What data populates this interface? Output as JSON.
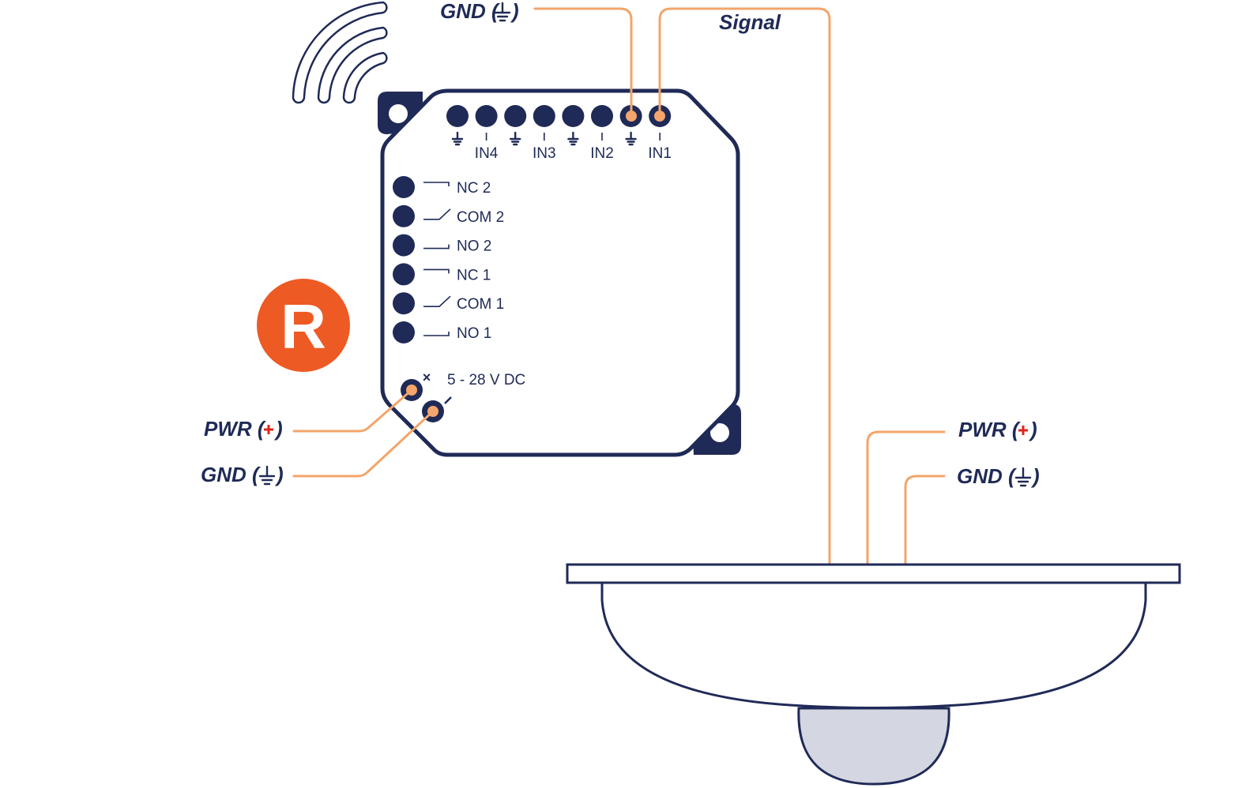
{
  "colors": {
    "navy": "#1f2a57",
    "wire_orange": "#f3a56b",
    "badge_orange": "#ee5a24",
    "plus_red": "#e0241b",
    "lens_grey": "#d4d7e1"
  },
  "module": {
    "logo_letter": "R",
    "wireless_icon": "wifi-signal-icon",
    "inputs": [
      {
        "label": "",
        "type": "ground"
      },
      {
        "label": "IN4",
        "type": "input"
      },
      {
        "label": "",
        "type": "ground"
      },
      {
        "label": "IN3",
        "type": "input"
      },
      {
        "label": "",
        "type": "ground"
      },
      {
        "label": "IN2",
        "type": "input"
      },
      {
        "label": "",
        "type": "ground"
      },
      {
        "label": "IN1",
        "type": "input"
      }
    ],
    "relays": [
      {
        "label": "NC 2",
        "contact": "nc"
      },
      {
        "label": "COM 2",
        "contact": "com"
      },
      {
        "label": "NO 2",
        "contact": "no"
      },
      {
        "label": "NC 1",
        "contact": "nc"
      },
      {
        "label": "COM 1",
        "contact": "com"
      },
      {
        "label": "NO 1",
        "contact": "no"
      }
    ],
    "power_label": "5 - 28 V DC",
    "power_plus_mark": "×",
    "power_minus_mark": "/"
  },
  "wire_labels": {
    "gnd_top": {
      "text": "GND (",
      "close": ")"
    },
    "signal": "Signal",
    "pwr_left": {
      "text": "PWR (",
      "close": ")"
    },
    "gnd_left": {
      "text": "GND (",
      "close": ")"
    },
    "pwr_right": {
      "text": "PWR (",
      "close": ")"
    },
    "gnd_right": {
      "text": "GND (",
      "close": ")"
    }
  }
}
